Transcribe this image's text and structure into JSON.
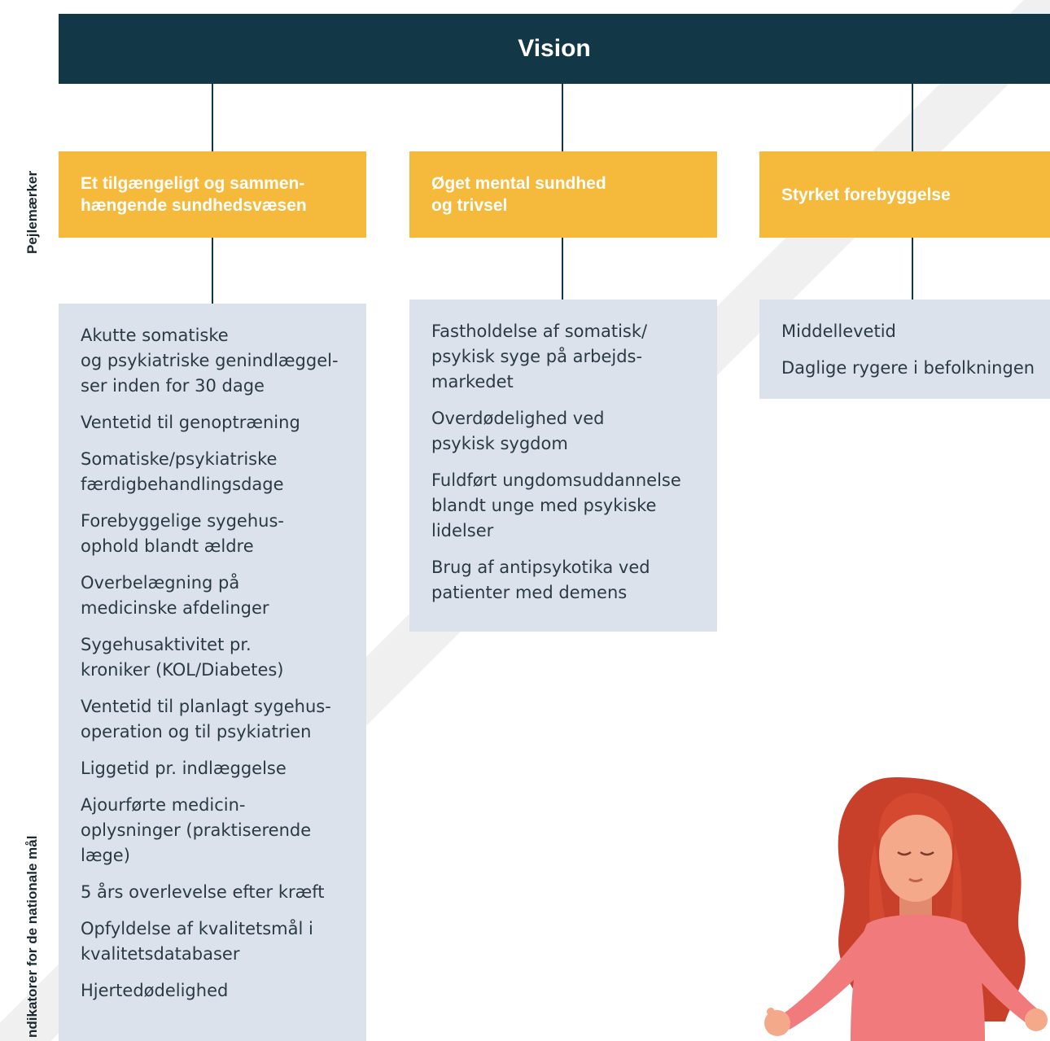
{
  "vision": {
    "title": "Vision"
  },
  "side_labels": {
    "pillars": "Pejlemærker",
    "indicators": "ndikatorer for de nationale mål"
  },
  "pillars": [
    {
      "label": "Et tilgængeligt og sammen-\nhængende sundhedsvæsen"
    },
    {
      "label": "Øget mental sundhed\nog trivsel"
    },
    {
      "label": "Styrket forebyggelse"
    }
  ],
  "indicators": [
    [
      "Akutte somatiske\nog psykiatriske genindlæggel-\nser inden for 30 dage",
      "Ventetid til genoptræning",
      "Somatiske/psykiatriske\nfærdigbehandlingsdage",
      "Forebyggelige sygehus-\nophold blandt ældre",
      "Overbelægning på\nmedicinske afdelinger",
      "Sygehusaktivitet pr.\nkroniker (KOL/Diabetes)",
      "Ventetid til planlagt sygehus-\noperation og til psykiatrien",
      "Liggetid pr. indlæggelse",
      "Ajourførte medicin-\noplysninger (praktiserende\nlæge)",
      "5 års overlevelse efter kræft",
      "Opfyldelse af kvalitetsmål i\nkvalitetsdatabaser",
      "Hjertedødelighed"
    ],
    [
      "Fastholdelse af somatisk/\npsykisk syge på arbejds-\nmarkedet",
      "Overdødelighed ved\npsykisk sygdom",
      "Fuldført ungdomsuddannelse\nblandt unge med psykiske\nlidelser",
      "Brug af antipsykotika ved\npatienter med demens"
    ],
    [
      "Middellevetid",
      "Daglige rygere i befolkningen"
    ]
  ],
  "colors": {
    "navy": "#123746",
    "amber": "#f5b93c",
    "box": "#dce2ec",
    "watermark": "#d8d8d8"
  }
}
